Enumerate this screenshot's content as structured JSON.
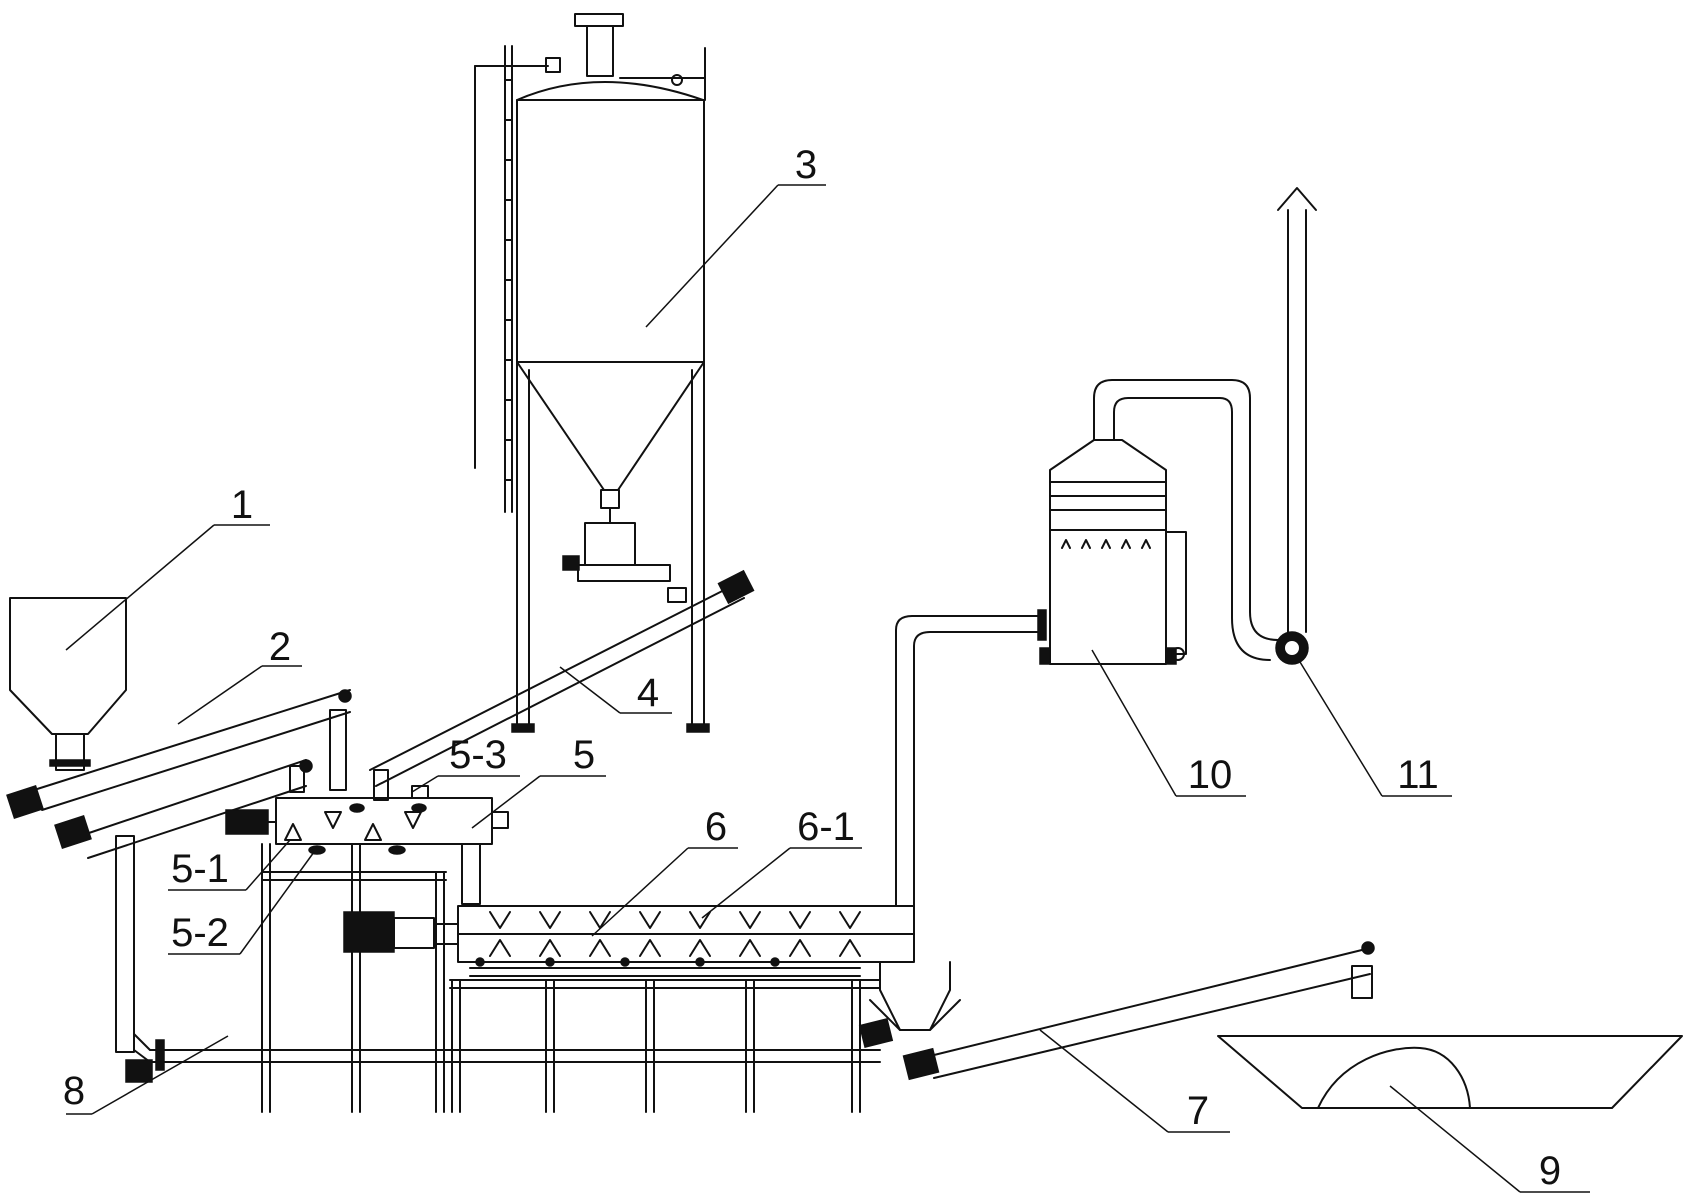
{
  "diagram": {
    "labels": {
      "hopper": "1",
      "conveyor_2": "2",
      "silo": "3",
      "conveyor_4": "4",
      "mixer": "5",
      "mixer_sub1": "5-1",
      "mixer_sub2": "5-2",
      "mixer_sub3": "5-3",
      "reactor": "6",
      "reactor_sub1": "6-1",
      "conveyor_7": "7",
      "conveyor_8": "8",
      "pile": "9",
      "scrubber": "10",
      "fan": "11"
    }
  }
}
